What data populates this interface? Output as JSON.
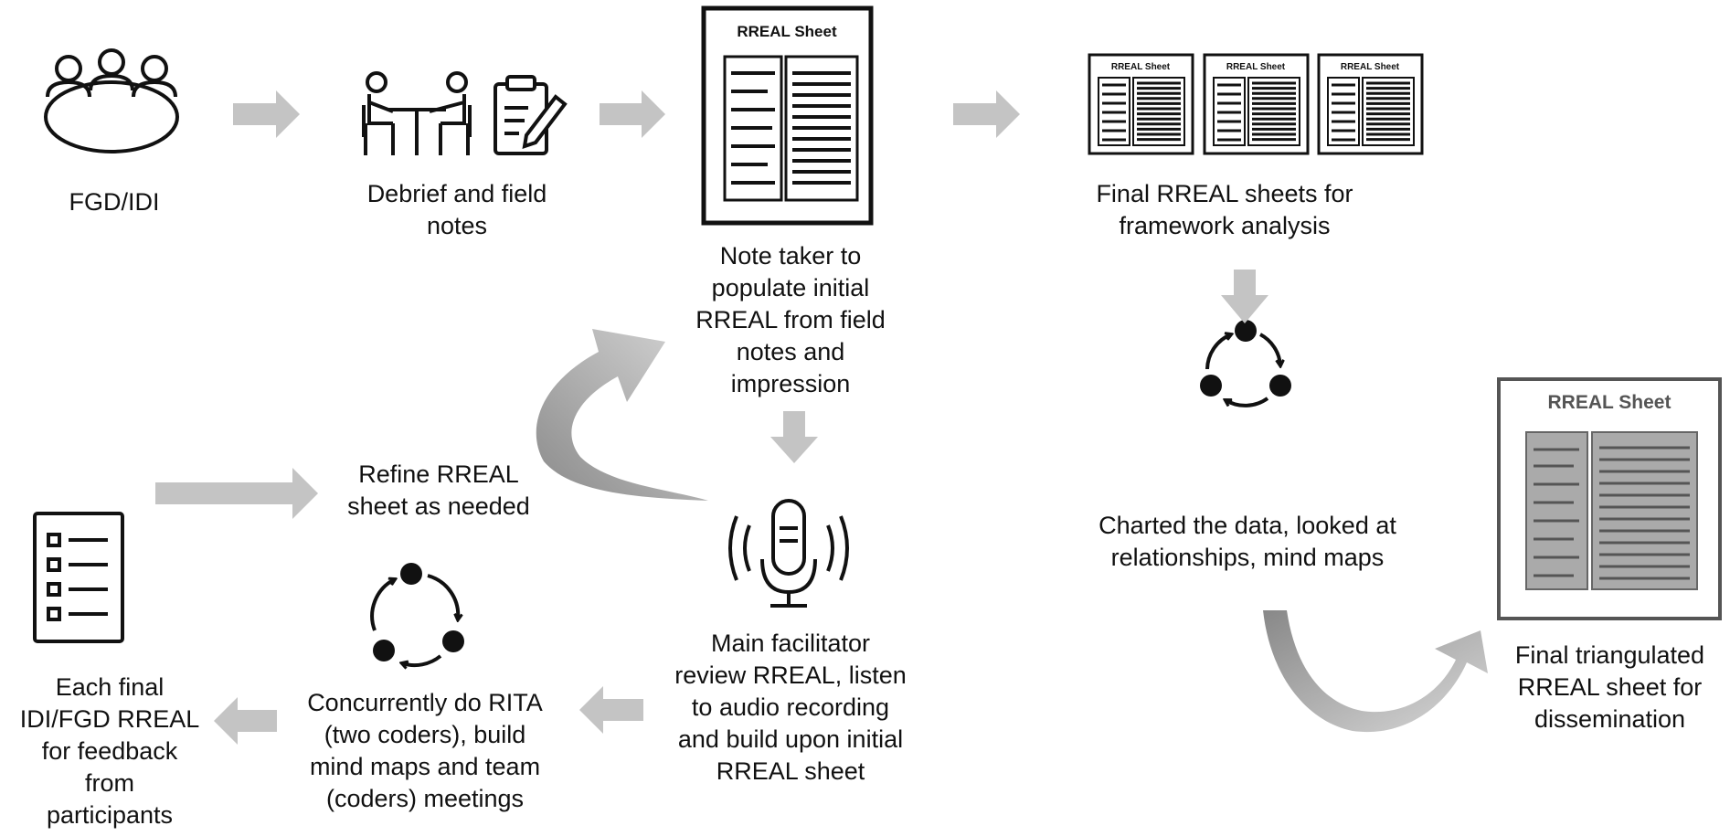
{
  "steps": {
    "fgd_idi": "FGD/IDI",
    "debrief": "Debrief and field\nnotes",
    "note_taker": "Note taker to\npopulate initial\nRREAL from field\nnotes and\nimpression",
    "final_sheets": "Final RREAL sheets for\nframework analysis",
    "charted": "Charted the data, looked at\nrelationships, mind maps",
    "final_triangulated": "Final triangulated\nRREAL sheet for\ndissemination",
    "main_facilitator": "Main facilitator\nreview RREAL, listen\nto audio recording\nand build upon initial\nRREAL sheet",
    "rita": "Concurrently do RITA\n(two coders), build\nmind maps and team\n(coders) meetings",
    "each_final": "Each final\nIDI/FGD RREAL\nfor feedback\nfrom\nparticipants",
    "refine": "Refine RREAL\nsheet as needed"
  },
  "sheet_title": "RREAL Sheet",
  "icons": {
    "meeting": "meeting-table-icon",
    "interview": "interview-icon",
    "clipboard": "clipboard-pen-icon",
    "document": "rreal-sheet-icon",
    "cycle": "cycle-icon",
    "microphone": "microphone-icon",
    "checklist": "checklist-icon"
  },
  "colors": {
    "arrow": "#c4c4c4",
    "text": "#111111",
    "sheet_fill": "#aaaaaa"
  }
}
